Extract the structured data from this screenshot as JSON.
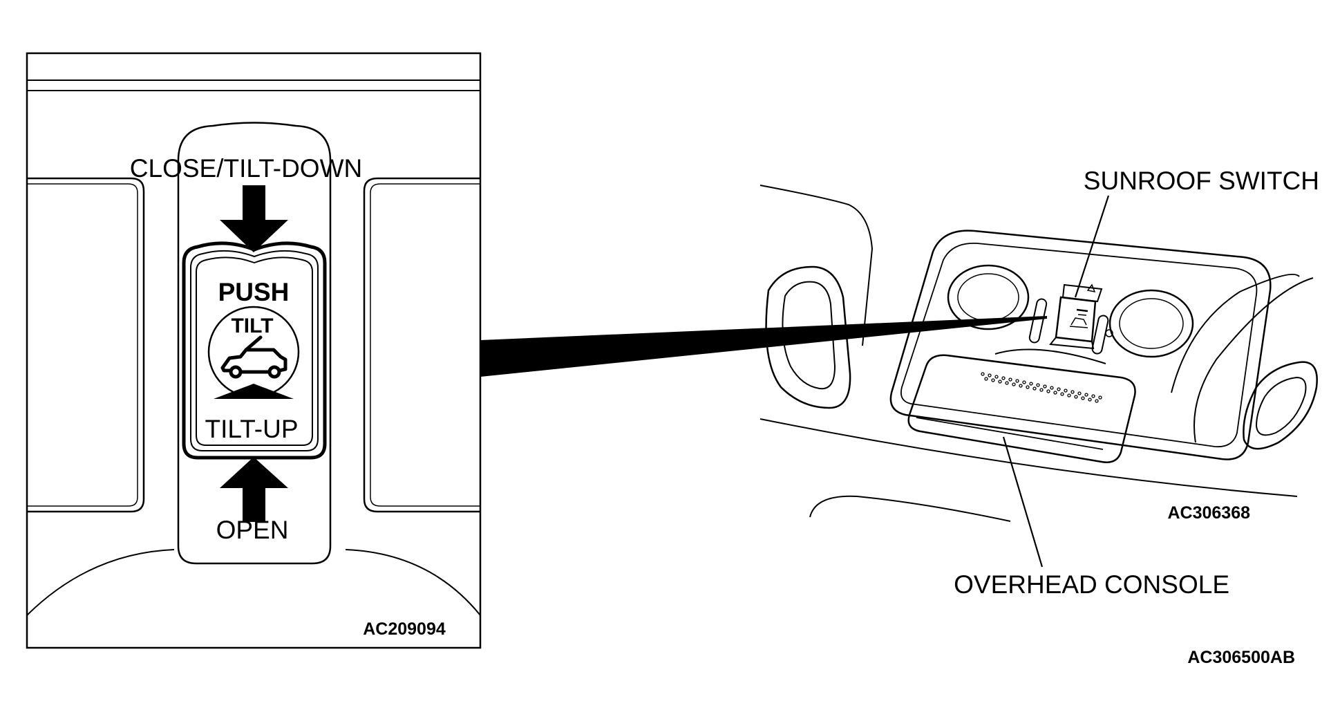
{
  "left_panel": {
    "label_close_tilt_down": "CLOSE/TILT-DOWN",
    "label_push": "PUSH",
    "label_tilt": "TILT",
    "label_tilt_up": "TILT-UP",
    "label_open": "OPEN",
    "code": "AC209094"
  },
  "right_panel": {
    "label_sunroof_switch": "SUNROOF SWITCH",
    "label_overhead_console": "OVERHEAD CONSOLE",
    "code": "AC306368"
  },
  "figure_code": "AC306500AB",
  "icons": {
    "down_arrow": "close-tilt-down-arrow-icon",
    "up_arrow_small": "tilt-up-arrow-icon",
    "up_arrow_large": "open-arrow-icon",
    "tilt_symbol": "sunroof-tilt-car-icon"
  }
}
